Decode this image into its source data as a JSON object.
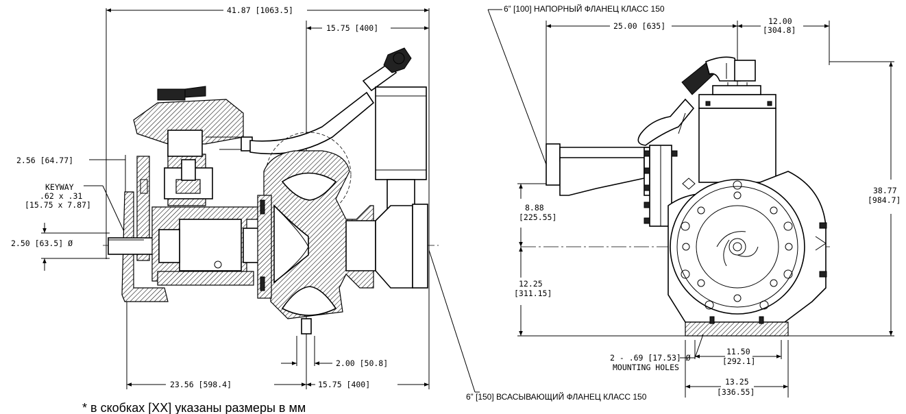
{
  "side_view": {
    "overall_length": "41.87 [1063.5]",
    "discharge_to_centerline": "15.75 [400]",
    "shaft_offset": "2.56 [64.77]",
    "keyway_title": "KEYWAY",
    "keyway_size": ".62 x .31",
    "keyway_size_mm": "[15.75 x 7.87]",
    "shaft_diameter": "2.50 [63.5] Ø",
    "drain_offset": "2.00 [50.8]",
    "base_to_centerline": "23.56 [598.4]",
    "centerline_to_suction": "15.75 [400]"
  },
  "front_view": {
    "discharge_flange": "6” [100] НАПОРНЫЙ ФЛАНЕЦ КЛАСС 150",
    "discharge_width": "25.00 [635]",
    "half_width_in": "12.00",
    "half_width_mm": "[304.8]",
    "discharge_height_in": "8.88",
    "discharge_height_mm": "[225.55]",
    "overall_height_in": "38.77",
    "overall_height_mm": "[984.7]",
    "shaft_height_in": "12.25",
    "shaft_height_mm": "[311.15]",
    "mounting_holes_size": "2 - .69 [17.53] Ø",
    "mounting_holes_label": "MOUNTING HOLES",
    "hole_spacing_in": "11.50",
    "hole_spacing_mm": "[292.1]",
    "base_width_in": "13.25",
    "base_width_mm": "[336.55]",
    "suction_flange": "6” [150] ВСАСЫВАЮЩИЙ ФЛАНЕЦ КЛАСС 150"
  },
  "footnote": "* в скобках [XX] указаны размеры в мм"
}
